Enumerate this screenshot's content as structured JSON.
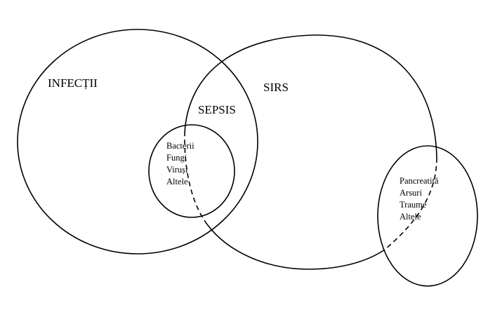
{
  "labels": {
    "infections": "INFECȚII",
    "sirs": "SIRS",
    "sepsis": "SEPSIS"
  },
  "infection_causes": [
    "Bacterii",
    "Fungi",
    "Viruși",
    "Altele"
  ],
  "sirs_causes": [
    "Pancreatită",
    "Arsuri",
    "Traume",
    "Altele"
  ]
}
